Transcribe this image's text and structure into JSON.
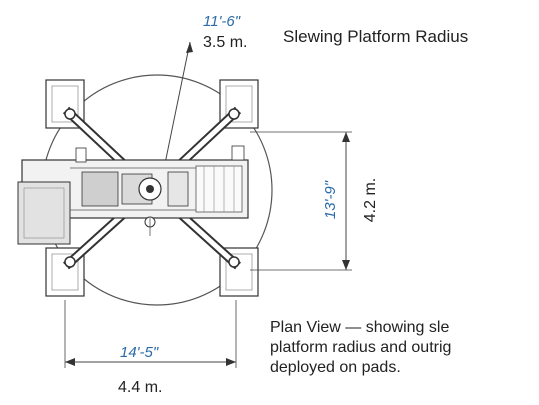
{
  "dimensions": {
    "radius_imperial": "11'-6\"",
    "radius_metric": "3.5 m.",
    "length_imperial": "13'-9\"",
    "length_metric": "4.2 m.",
    "width_imperial": "14'-5\"",
    "width_metric": "4.4 m."
  },
  "labels": {
    "platform_title": "Slewing Platform Radius",
    "caption_lines": [
      "Plan View — showing sle",
      "platform radius and outrig",
      "deployed on pads."
    ]
  },
  "colors": {
    "dimension_text": "#2a6ba8",
    "line": "#333333",
    "text": "#222222"
  }
}
